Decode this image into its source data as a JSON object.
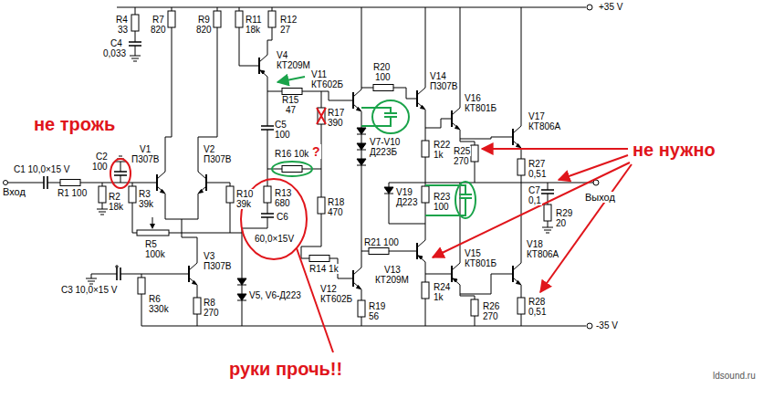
{
  "diagram": {
    "labels": [
      "+35 V",
      "R4",
      "33",
      "C4",
      "0,033",
      "R7",
      "820",
      "R9",
      "820",
      "R11",
      "18k",
      "R12",
      "27",
      "V4",
      "КТ209М",
      "V11",
      "КТ602Б",
      "R15",
      "47",
      "R20",
      "100",
      "V14",
      "П307В",
      "V16",
      "КТ801Б",
      "V17",
      "КТ806А",
      "R17",
      "390",
      "C5",
      "100",
      "V7-V10",
      "Д223Б",
      "R22",
      "1k",
      "R25",
      "270",
      "R27",
      "0,51",
      "C1 10,0×15 V",
      "C2",
      "100",
      "Вход",
      "R1 100",
      "V1",
      "П307В",
      "V2",
      "П307В",
      "R2",
      "18k",
      "R3",
      "39k",
      "R10",
      "39k",
      "R16 10k",
      "?",
      "R13",
      "680",
      "C6",
      "60,0×15V",
      "R18",
      "470",
      "V19",
      "Д223",
      "R23",
      "100",
      "C7",
      "0,1",
      "Выход",
      "R29",
      "20",
      "R5",
      "100k",
      "V3",
      "П307В",
      "R14 1k",
      "V12",
      "КТ602Б",
      "R21 100",
      "V15",
      "КТ801Б",
      "V13",
      "КТ209М",
      "V18",
      "КТ806А",
      "C3 10,0×15 V",
      "R6",
      "330k",
      "R8",
      "270",
      "V5, V6-Д223",
      "R19",
      "56",
      "R24",
      "1k",
      "R26",
      "270",
      "R28",
      "0,51",
      "-35 V",
      "ldsound.ru",
      "не трожь",
      "не нужно",
      "руки прочь!!"
    ]
  }
}
